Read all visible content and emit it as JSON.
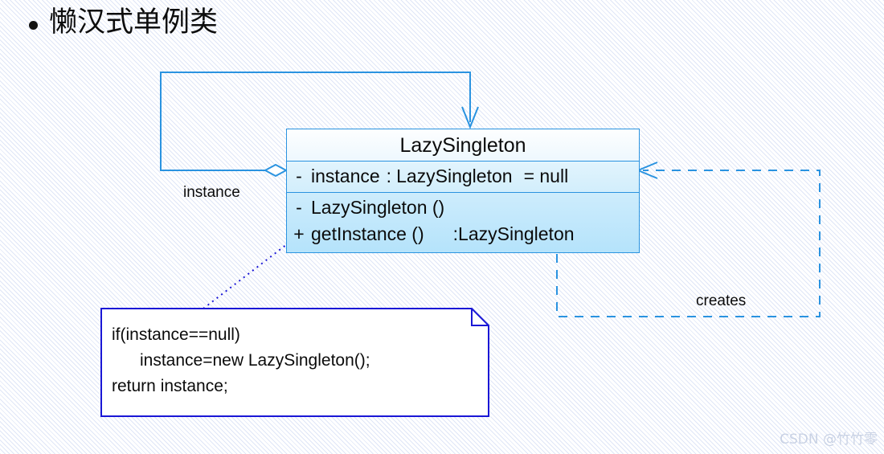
{
  "slide": {
    "title": "懒汉式单例类",
    "bullet_glyph": "•"
  },
  "uml_class": {
    "name": "LazySingleton",
    "attributes": [
      {
        "visibility": "-",
        "name": "instance",
        "separator": ":",
        "type": "LazySingleton",
        "default": "= null"
      }
    ],
    "methods": [
      {
        "visibility": "-",
        "name": "LazySingleton ()",
        "separator": "",
        "return_type": ""
      },
      {
        "visibility": "+",
        "name": "getInstance ()",
        "separator": ":",
        "return_type": "LazySingleton"
      }
    ]
  },
  "note": {
    "lines": [
      "if(instance==null)",
      "      instance=new LazySingleton();",
      "return instance;"
    ],
    "text": "if(instance==null)\n      instance=new LazySingleton();\nreturn instance;"
  },
  "edges": [
    {
      "id": "association",
      "label": "instance",
      "style": "solid",
      "source_decoration": "hollow-diamond",
      "target_decoration": "open-arrow"
    },
    {
      "id": "dependency",
      "label": "creates",
      "style": "dashed",
      "source_decoration": "none",
      "target_decoration": "open-arrow"
    },
    {
      "id": "note-anchor",
      "label": "",
      "style": "dotted",
      "source_decoration": "none",
      "target_decoration": "none"
    }
  ],
  "watermark": {
    "text": "CSDN @竹竹零"
  },
  "colors": {
    "class_border": "#2a93e0",
    "class_fill_top": "#fcfeff",
    "class_fill_bottom": "#b5e3fb",
    "connector_blue": "#2a93e0",
    "note_border": "#1a17d6",
    "note_fill": "#ffffff",
    "background_stripe": "#dfe6f7",
    "watermark": "#c9d2e4",
    "text": "#0b0b0b"
  }
}
